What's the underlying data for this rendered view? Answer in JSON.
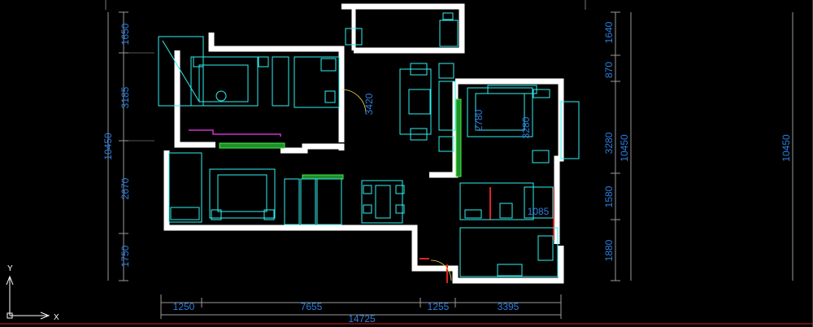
{
  "drawing": {
    "left_dims": [
      "1650",
      "3185",
      "10450",
      "2670",
      "1750"
    ],
    "right_dims": [
      "1640",
      "870",
      "3280",
      "1580",
      "1880"
    ],
    "right_total": "10450",
    "far_right_total": "10450",
    "bottom_dims": [
      "1250",
      "7655",
      "1255",
      "3395"
    ],
    "bottom_total": "14725",
    "inner_dims": [
      "3420",
      "2780",
      "3280",
      "1085"
    ],
    "axis_labels": {
      "y": "Y",
      "x": "X"
    },
    "colors": {
      "background": "#000000",
      "walls": "#ffffff",
      "furniture": "#2ff0f0",
      "dimension": "#2a7fe0",
      "hatch": "#33dd33",
      "accent_red": "#dd2222",
      "magenta": "#cc33cc"
    }
  }
}
